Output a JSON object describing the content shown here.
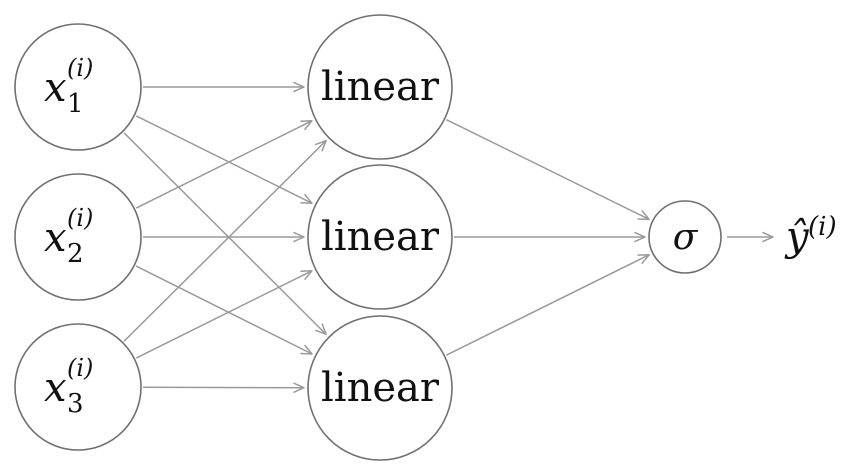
{
  "inputs": [
    {
      "base": "x",
      "subscript": "1",
      "superscript": "(i)"
    },
    {
      "base": "x",
      "subscript": "2",
      "superscript": "(i)"
    },
    {
      "base": "x",
      "subscript": "3",
      "superscript": "(i)"
    }
  ],
  "hidden_nodes": [
    {
      "label": "linear"
    },
    {
      "label": "linear"
    },
    {
      "label": "linear"
    }
  ],
  "activation": {
    "label": "σ"
  },
  "output": {
    "base": "ŷ",
    "superscript": "(i)"
  },
  "colors": {
    "node_stroke": "#707070",
    "edge": "#9a9a9a",
    "text": "#111111",
    "background": "#ffffff"
  }
}
